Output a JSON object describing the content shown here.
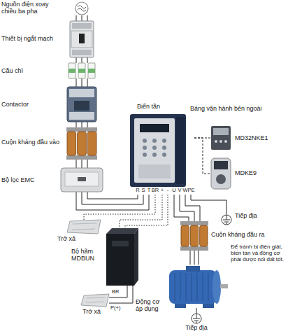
{
  "diagram": {
    "nodes": [
      {
        "text": [
          "Nguồn điện xoay chiều ba pha"
        ]
      },
      {
        "text": [
          "Thiết bị ngắt mạch"
        ]
      },
      {
        "text": [
          "Cầu chì"
        ]
      },
      {
        "text": [
          "Contactor"
        ]
      },
      {
        "text": [
          "Cuộn kháng đầu vào"
        ]
      },
      {
        "text": [
          "Bộ lọc EMC"
        ]
      },
      {
        "text": [
          "Biến tần"
        ]
      },
      {
        "text": [
          "MD32NKE1"
        ]
      },
      {
        "text": [
          "MDKE9"
        ]
      },
      {
        "text": [
          "Tiếp địa"
        ]
      },
      {
        "text": [
          "Cuộn kháng đầu ra"
        ]
      },
      {
        "text": [
          "Trở xả"
        ]
      },
      {
        "text": [
          "Bộ hãm MDBUN"
        ]
      },
      {
        "text": [
          "Trở xả"
        ]
      },
      {
        "text": [
          "Động cơ áp dụng"
        ]
      },
      {
        "text": [
          "Tiếp địa"
        ]
      }
    ],
    "edges": [
      {
        "from": 0,
        "to": 1,
        "arrow": "none"
      },
      {
        "from": 1,
        "to": 2,
        "arrow": "none"
      },
      {
        "from": 2,
        "to": 3,
        "arrow": "none"
      },
      {
        "from": 3,
        "to": 4,
        "arrow": "none"
      },
      {
        "from": 4,
        "to": 5,
        "arrow": "none"
      },
      {
        "from": 5,
        "to": 6,
        "arrow": "none"
      },
      {
        "from": 6,
        "to": 7,
        "arrow": "none"
      },
      {
        "from": 6,
        "to": 8,
        "arrow": "none"
      },
      {
        "from": 6,
        "to": 9,
        "arrow": "none"
      },
      {
        "from": 6,
        "to": 10,
        "arrow": "none"
      },
      {
        "from": 10,
        "to": 14,
        "arrow": "none"
      },
      {
        "from": 6,
        "to": 11,
        "arrow": "none"
      },
      {
        "from": 6,
        "to": 12,
        "arrow": "none"
      },
      {
        "from": 12,
        "to": 13,
        "arrow": "none"
      },
      {
        "from": 14,
        "to": 15,
        "arrow": "none"
      }
    ],
    "labels": [
      "R",
      "S",
      "T",
      "BR",
      "+",
      "-",
      "U",
      "V",
      "W",
      "PE",
      "Bảng vận hành bên ngoài",
      "Để tránh bị điện giật, biến tần và động cơ phải được nối đất tốt.",
      "BR",
      "P(+)"
    ]
  }
}
